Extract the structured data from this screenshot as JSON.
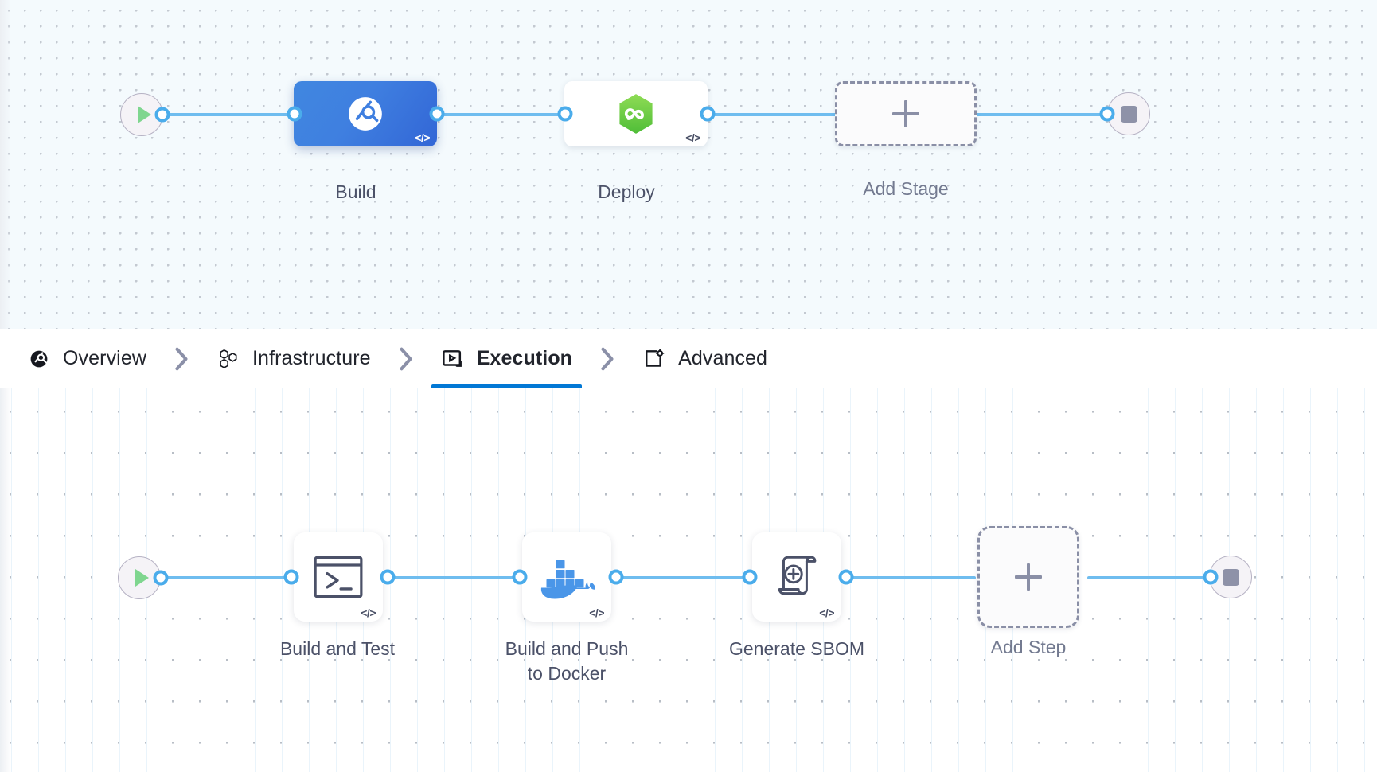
{
  "stage_canvas": {
    "name": "pipeline-stage-graph",
    "start_node": {
      "icon": "play-icon",
      "label": ""
    },
    "end_node": {
      "icon": "stop-icon",
      "label": ""
    },
    "nodes": [
      {
        "id": "build",
        "label": "Build",
        "icon": "harness-ci-icon",
        "badge": "</>",
        "selected": true
      },
      {
        "id": "deploy",
        "label": "Deploy",
        "icon": "harness-cd-icon",
        "badge": "</>",
        "selected": false
      }
    ],
    "add_node": {
      "label": "Add Stage",
      "icon": "plus-icon"
    }
  },
  "tabs": {
    "items": [
      {
        "id": "overview",
        "label": "Overview",
        "icon": "overview-icon",
        "active": false
      },
      {
        "id": "infrastructure",
        "label": "Infrastructure",
        "icon": "infrastructure-icon",
        "active": false
      },
      {
        "id": "execution",
        "label": "Execution",
        "icon": "execution-icon",
        "active": true
      },
      {
        "id": "advanced",
        "label": "Advanced",
        "icon": "advanced-icon",
        "active": false
      }
    ],
    "separator": "chevron-right-icon",
    "active_color": "#0278d5"
  },
  "step_canvas": {
    "name": "pipeline-step-graph",
    "start_node": {
      "icon": "play-icon"
    },
    "end_node": {
      "icon": "stop-icon"
    },
    "nodes": [
      {
        "id": "build-and-test",
        "label": "Build and Test",
        "icon": "terminal-icon",
        "badge": "</>"
      },
      {
        "id": "build-push-docker",
        "label": "Build and Push\nto Docker",
        "icon": "docker-icon",
        "badge": "</>"
      },
      {
        "id": "generate-sbom",
        "label": "Generate SBOM",
        "icon": "sbom-scroll-icon",
        "badge": "</>"
      }
    ],
    "add_node": {
      "label": "Add Step",
      "icon": "plus-icon"
    }
  },
  "colors": {
    "connector": "#6fbdef",
    "port": "#4aaceb",
    "selected_stage": "#3f7fe0",
    "docker_blue": "#4a96e8",
    "harness_green": "#6fd64a",
    "label_text": "#4b5168"
  }
}
